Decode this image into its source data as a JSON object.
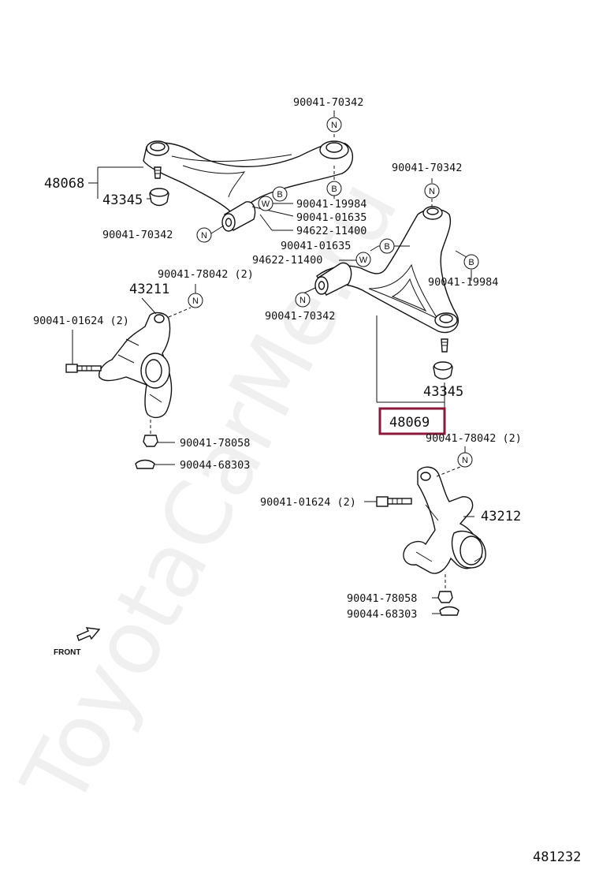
{
  "watermark": "ToyotaCarMe.ru",
  "diagram_number": "481232",
  "front_label": "FRONT",
  "symbols": {
    "n": "N",
    "b": "B",
    "w": "W"
  },
  "left_arm": {
    "assembly": "48068",
    "ball_joint": "43345",
    "bolt_top": "90041-70342",
    "bolt_bottom": "90041-70342",
    "bracket": "90041-19984",
    "bushing_bolt": "90041-01635",
    "washer": "94622-11400"
  },
  "right_arm": {
    "assembly": "48069",
    "ball_joint": "43345",
    "bolt_top": "90041-70342",
    "bolt_bottom": "90041-70342",
    "bracket": "90041-19984",
    "bushing_bolt": "90041-01635",
    "washer": "94622-11400"
  },
  "left_knuckle": {
    "part": "43211",
    "bolt": "90041-78042 (2)",
    "side_bolt": "90041-01624 (2)",
    "nut": "90041-78058",
    "pin": "90044-68303"
  },
  "right_knuckle": {
    "part": "43212",
    "bolt": "90041-78042 (2)",
    "side_bolt": "90041-01624 (2)",
    "nut": "90041-78058",
    "pin": "90044-68303"
  },
  "highlight_color": "#8b1a3a"
}
